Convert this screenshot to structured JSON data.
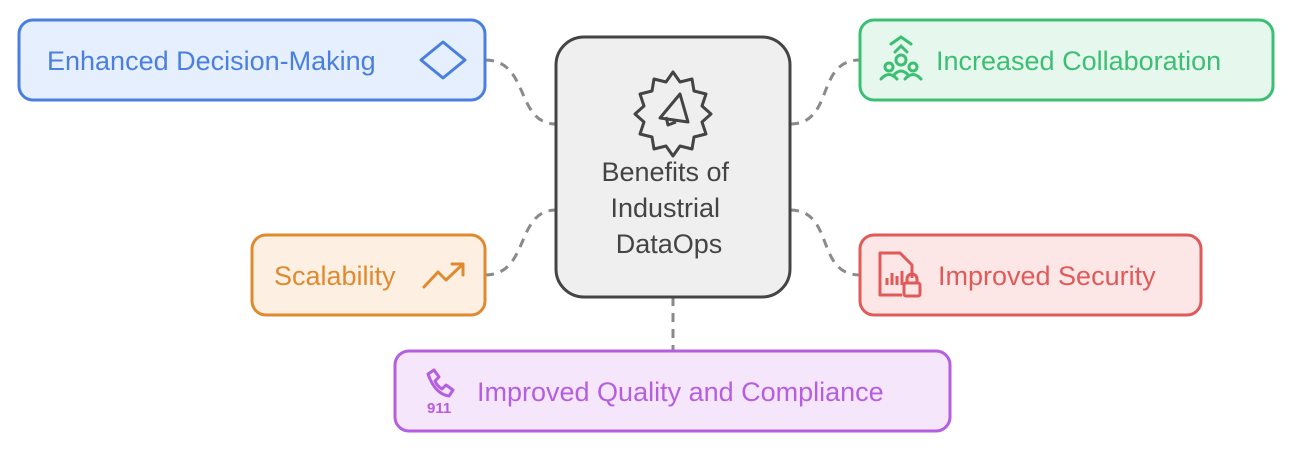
{
  "center": {
    "lines": [
      "Benefits of",
      "Industrial",
      "DataOps"
    ],
    "icon": "gear-megaphone-icon"
  },
  "benefits": [
    {
      "label": "Enhanced Decision-Making",
      "icon": "diamond-icon",
      "color": "#4a7fe0",
      "fill": "#e6effd"
    },
    {
      "label": "Increased Collaboration",
      "icon": "team-growth-icon",
      "color": "#3cbf72",
      "fill": "#e6f8ee"
    },
    {
      "label": "Scalability",
      "icon": "trend-up-icon",
      "color": "#e08a30",
      "fill": "#fdf0e3"
    },
    {
      "label": "Improved Security",
      "icon": "secure-document-icon",
      "color": "#e05a5a",
      "fill": "#fde6e6"
    },
    {
      "label": "Improved Quality and Compliance",
      "icon": "emergency-phone-icon",
      "color": "#b55ee0",
      "fill": "#f6e6fc",
      "icon_text": "911"
    }
  ]
}
